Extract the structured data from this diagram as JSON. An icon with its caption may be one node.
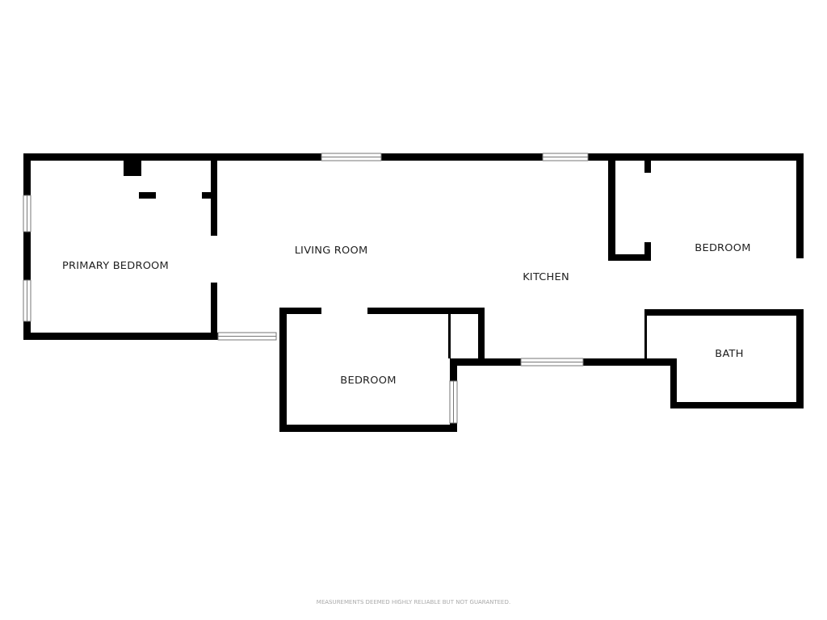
{
  "diagram": {
    "nodes": [
      {
        "text": [
          "PRIMARY BEDROOM"
        ]
      },
      {
        "text": [
          "LIVING ROOM"
        ]
      },
      {
        "text": [
          "BEDROOM"
        ]
      },
      {
        "text": [
          "KITCHEN"
        ]
      },
      {
        "text": [
          "BATH"
        ]
      },
      {
        "text": [
          "BEDROOM"
        ]
      }
    ],
    "labels": [
      "MEASUREMENTS DEEMED HIGHLY RELIABLE BUT NOT GUARANTEED."
    ]
  }
}
